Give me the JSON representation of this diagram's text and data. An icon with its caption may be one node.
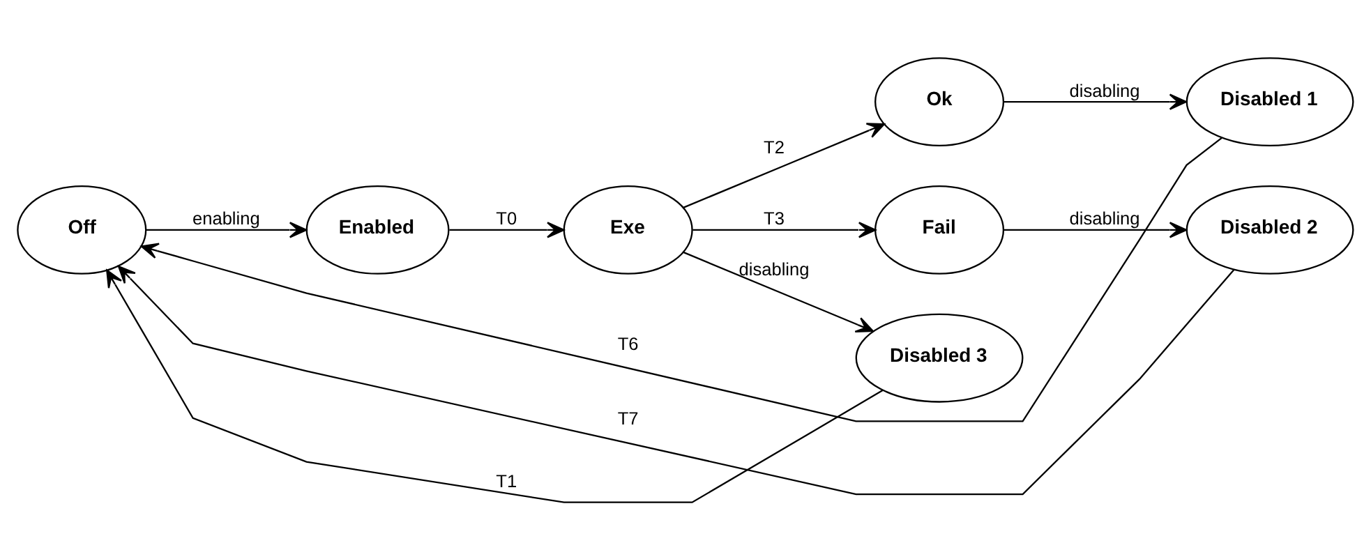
{
  "diagram": {
    "nodes": [
      {
        "text": [
          "Off"
        ]
      },
      {
        "text": [
          "Enabled"
        ]
      },
      {
        "text": [
          "Exe"
        ]
      },
      {
        "text": [
          "Ok"
        ]
      },
      {
        "text": [
          "Disabled 1"
        ]
      },
      {
        "text": [
          "Fail"
        ]
      },
      {
        "text": [
          "Disabled 2"
        ]
      },
      {
        "text": [
          "Disabled 3"
        ]
      }
    ],
    "edges": [
      {
        "from": 0,
        "to": 1,
        "arrow": "to",
        "label": "enabling"
      },
      {
        "from": 1,
        "to": 2,
        "arrow": "to",
        "label": "T0"
      },
      {
        "from": 2,
        "to": 3,
        "arrow": "to",
        "label": "T2"
      },
      {
        "from": 2,
        "to": 5,
        "arrow": "to",
        "label": "T3"
      },
      {
        "from": 2,
        "to": 7,
        "arrow": "to",
        "label": "disabling"
      },
      {
        "from": 3,
        "to": 4,
        "arrow": "to",
        "label": "disabling"
      },
      {
        "from": 5,
        "to": 6,
        "arrow": "to",
        "label": "disabling"
      },
      {
        "from": 4,
        "to": 0,
        "arrow": "to",
        "label": "T6"
      },
      {
        "from": 6,
        "to": 0,
        "arrow": "to",
        "label": "T7"
      },
      {
        "from": 7,
        "to": 0,
        "arrow": "to",
        "label": "T1"
      }
    ]
  }
}
